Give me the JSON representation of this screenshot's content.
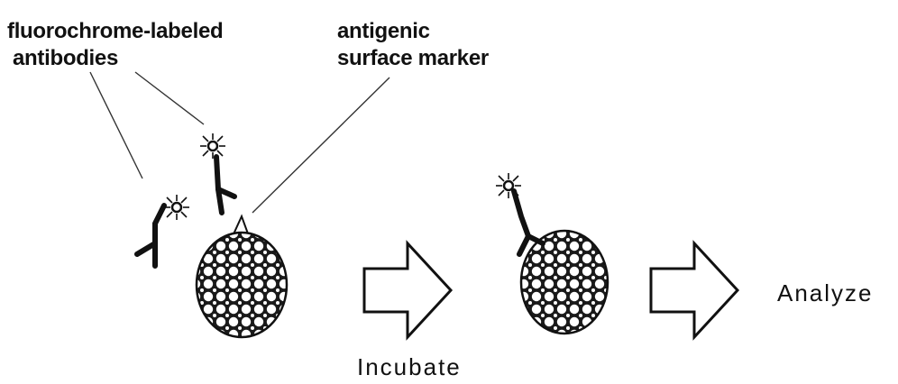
{
  "labels": {
    "fluorochrome_line1": "fluorochrome-labeled",
    "fluorochrome_line2": "antibodies",
    "antigenic_line1": "antigenic",
    "antigenic_line2": "surface marker",
    "incubate": "Incubate",
    "analyze": "Analyze"
  },
  "colors": {
    "ink": "#111111",
    "background": "#ffffff"
  }
}
